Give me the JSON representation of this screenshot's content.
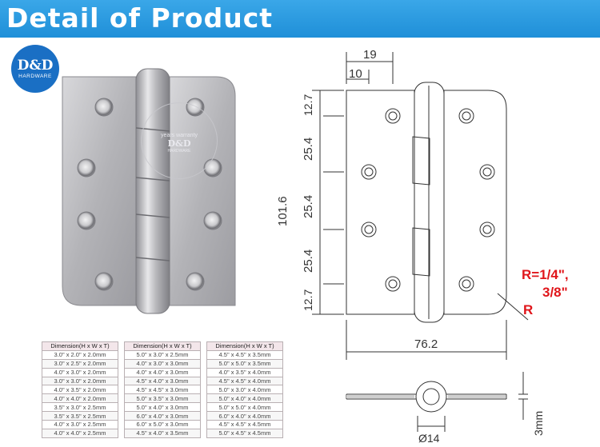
{
  "banner": {
    "title": "Detail of Product"
  },
  "logo": {
    "name": "D&D",
    "sub": "HARDWARE"
  },
  "watermark": {
    "line1": "years warranty",
    "name": "D&D",
    "sub": "HARDWARE"
  },
  "drawing": {
    "dim_19": "19",
    "dim_10": "10",
    "dim_127_top": "12.7",
    "dim_254_a": "25.4",
    "dim_254_b": "25.4",
    "dim_254_c": "25.4",
    "dim_127_bottom": "12.7",
    "dim_height": "101.6",
    "dim_width": "76.2",
    "radius_label": "R=1/4\",",
    "radius_label_2": "3/8\"",
    "r_label": "R",
    "thickness": "3mm",
    "knuckle_dia": "Ø14",
    "accent_color": "#e0161b"
  },
  "table": {
    "header": "Dimension(H x W x T)",
    "columns": [
      [
        "3.0\" x 2.0\" x 2.0mm",
        "3.0\" x 2.5\" x 2.0mm",
        "4.0\" x 3.0\" x 2.0mm",
        "3.0\" x 3.0\" x 2.0mm",
        "4.0\" x 3.5\" x 2.0mm",
        "4.0\" x 4.0\" x 2.0mm",
        "3.5\" x 3.0\" x 2.5mm",
        "3.5\" x 3.5\" x 2.5mm",
        "4.0\" x 3.0\" x 2.5mm",
        "4.0\" x 4.0\" x 2.5mm"
      ],
      [
        "5.0\" x 3.0\" x 2.5mm",
        "4.0\" x 3.0\" x 3.0mm",
        "4.0\" x 4.0\" x 3.0mm",
        "4.5\" x 4.0\" x 3.0mm",
        "4.5\" x 4.5\" x 3.0mm",
        "5.0\" x 3.5\" x 3.0mm",
        "5.0\" x 4.0\" x 3.0mm",
        "6.0\" x 4.0\" x 3.0mm",
        "6.0\" x 5.0\" x 3.0mm",
        "4.5\" x 4.0\" x 3.5mm"
      ],
      [
        "4.5\" x 4.5\" x 3.5mm",
        "5.0\" x 5.0\" x 3.5mm",
        "4.0\" x 3.5\" x 4.0mm",
        "4.5\" x 4.5\" x 4.0mm",
        "5.0\" x 3.0\" x 4.0mm",
        "5.0\" x 4.0\" x 4.0mm",
        "5.0\" x 5.0\" x 4.0mm",
        "6.0\" x 4.0\" x 4.0mm",
        "4.5\" x 4.5\" x 4.5mm",
        "5.0\" x 4.5\" x 4.5mm"
      ]
    ]
  }
}
